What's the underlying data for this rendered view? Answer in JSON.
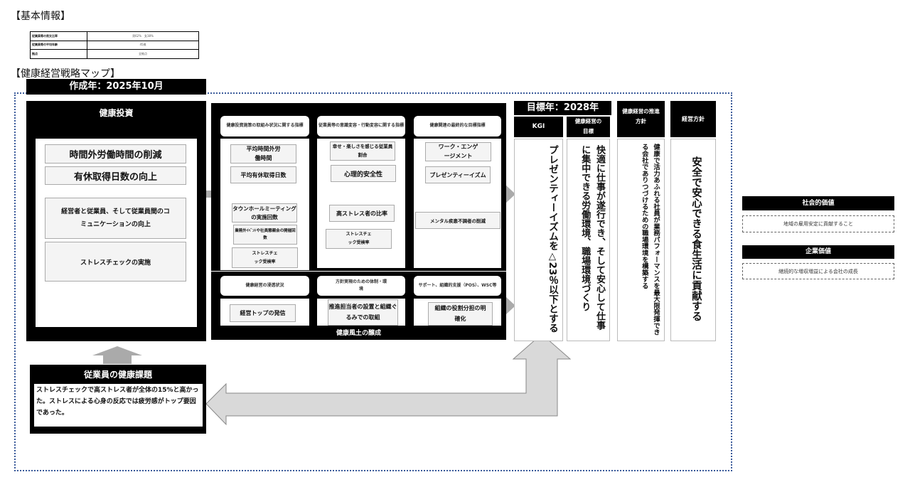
{
  "basic_info": {
    "title": "【基本情報】",
    "rows": [
      {
        "label": "従業員等の男女比率",
        "value": "男62%　女38%"
      },
      {
        "label": "従業員等の平均年齢",
        "value": "45歳"
      },
      {
        "label": "拠点",
        "value": "全拠点"
      }
    ]
  },
  "map": {
    "title": "【健康経営戦略マップ】",
    "created": "作成年：2025年10月",
    "investment": {
      "title": "健康投資",
      "items": [
        "時間外労働時間の削減",
        "有休取得日数の向上",
        "経営者と従業員、そして従業員間のコミュニケーションの向上",
        "ストレスチェックの実施"
      ]
    },
    "issue": {
      "title": "従業員の健康課題",
      "text": "ストレスチェックで高ストレス者が全体の15%と高かった。ストレスによる心身の反応では疲労感がトップ要因であった。"
    },
    "indicators": {
      "headers": [
        "健康投資施策の取組み状況に関する指標",
        "従業員等の意識変容・行動変容に関する指標",
        "健康関連の最終的な目標指標"
      ],
      "col1": [
        "平均時間外労働時間",
        "平均有休取得日数",
        "タウンホールミーティングの実施回数",
        "業務外ｲﾍﾞﾝﾄや社員懇親会の開催回数",
        "ストレスチェック受検率"
      ],
      "col2": [
        "幸せ・楽しさを感じる従業員割合",
        "心理的安全性",
        "高ストレス者の比率",
        "ストレスチェック受検率"
      ],
      "col3": [
        "ワーク・エンゲージメント",
        "プレゼンティーイズム",
        "メンタル疾患不調者の削減"
      ]
    },
    "culture": {
      "headers": [
        "健康経営の浸透状況",
        "方針実現のための体制・環境",
        "サポート、組織的支援（POS）、WSC等"
      ],
      "items": [
        "経営トップの発信",
        "推進担当者の設置と組織ぐるみでの取組",
        "組織の役割分担の明確化"
      ],
      "footer": "健康風土の醸成"
    },
    "target_year": "目標年：2028年",
    "kgi": {
      "title": "KGI",
      "text": "プレゼンティーイズムを△23％以下とする"
    },
    "goal": {
      "title": "健康経営の目標",
      "text": "快適に仕事が遂行でき、そして安心して仕事に集中できる労働環境、職場環境づくり"
    },
    "policy": {
      "title": "健康経営の推進方針",
      "text": "健康で活力あふれる社員が業務パフォーマンスを最大限発揮できる会社でありつづけるための職場環境を構築する"
    },
    "management": {
      "title": "経営方針",
      "text": "安全で安心できる食生活に貢献する"
    },
    "social_value": {
      "title": "社会的価値",
      "text": "地域の雇用安定に貢献すること"
    },
    "corporate_value": {
      "title": "企業価値",
      "text": "継続的な増収増益による会社の成長"
    }
  }
}
